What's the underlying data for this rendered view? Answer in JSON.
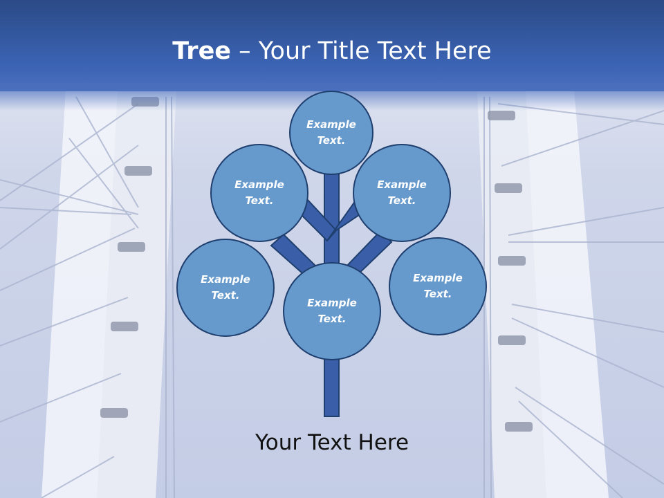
{
  "title": {
    "bold_part": "Tree",
    "rest": " – Your Title Text Here"
  },
  "nodes": [
    {
      "id": "top",
      "text": "Example\nText."
    },
    {
      "id": "upper-left",
      "text": "Example\nText."
    },
    {
      "id": "upper-right",
      "text": "Example\nText."
    },
    {
      "id": "lower-left",
      "text": "Example\nText."
    },
    {
      "id": "center",
      "text": "Example\nText."
    },
    {
      "id": "lower-right",
      "text": "Example\nText."
    }
  ],
  "caption": "Your Text Here",
  "colors": {
    "title_bar": "#3b63b3",
    "node_fill": "#6699cc",
    "node_border": "#1f3f6e",
    "trunk": "#3a5fa8"
  }
}
